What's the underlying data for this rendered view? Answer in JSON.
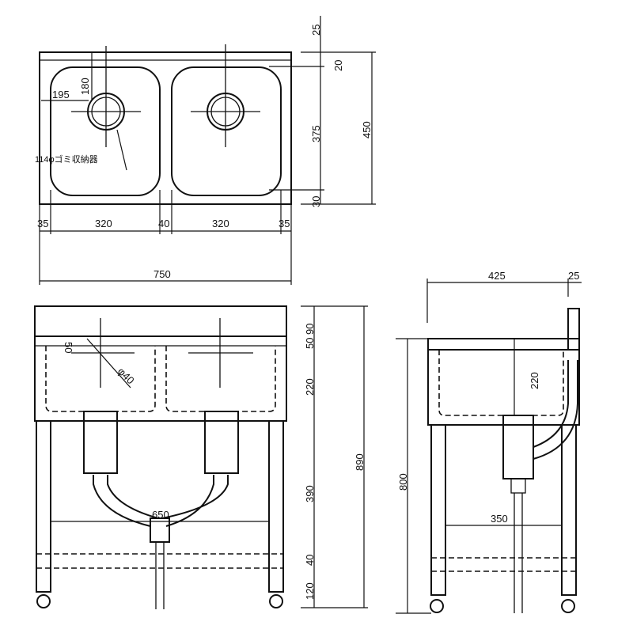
{
  "top_view": {
    "top_margin": "25",
    "rim": "20",
    "bowl_depth": "375",
    "total_depth": "450",
    "bottom_margin": "30",
    "hole_x": "195",
    "hole_y": "180",
    "basket_label": "114φゴミ収納器",
    "left_edge": "35",
    "bowl_left": "320",
    "divider": "40",
    "bowl_right": "320",
    "right_edge": "35",
    "total_width": "750"
  },
  "front_view": {
    "offset": "50",
    "drain": "φ40",
    "drain_spacing": "650",
    "h_top": "90",
    "h_rim": "50",
    "h_bowl": "220",
    "h_leg": "390",
    "h_shelf": "40",
    "h_bottom": "120",
    "total_height": "890"
  },
  "side_view": {
    "depth": "425",
    "backsplash": "25",
    "bowl_depth": "220",
    "leg_span": "350",
    "height": "800"
  }
}
